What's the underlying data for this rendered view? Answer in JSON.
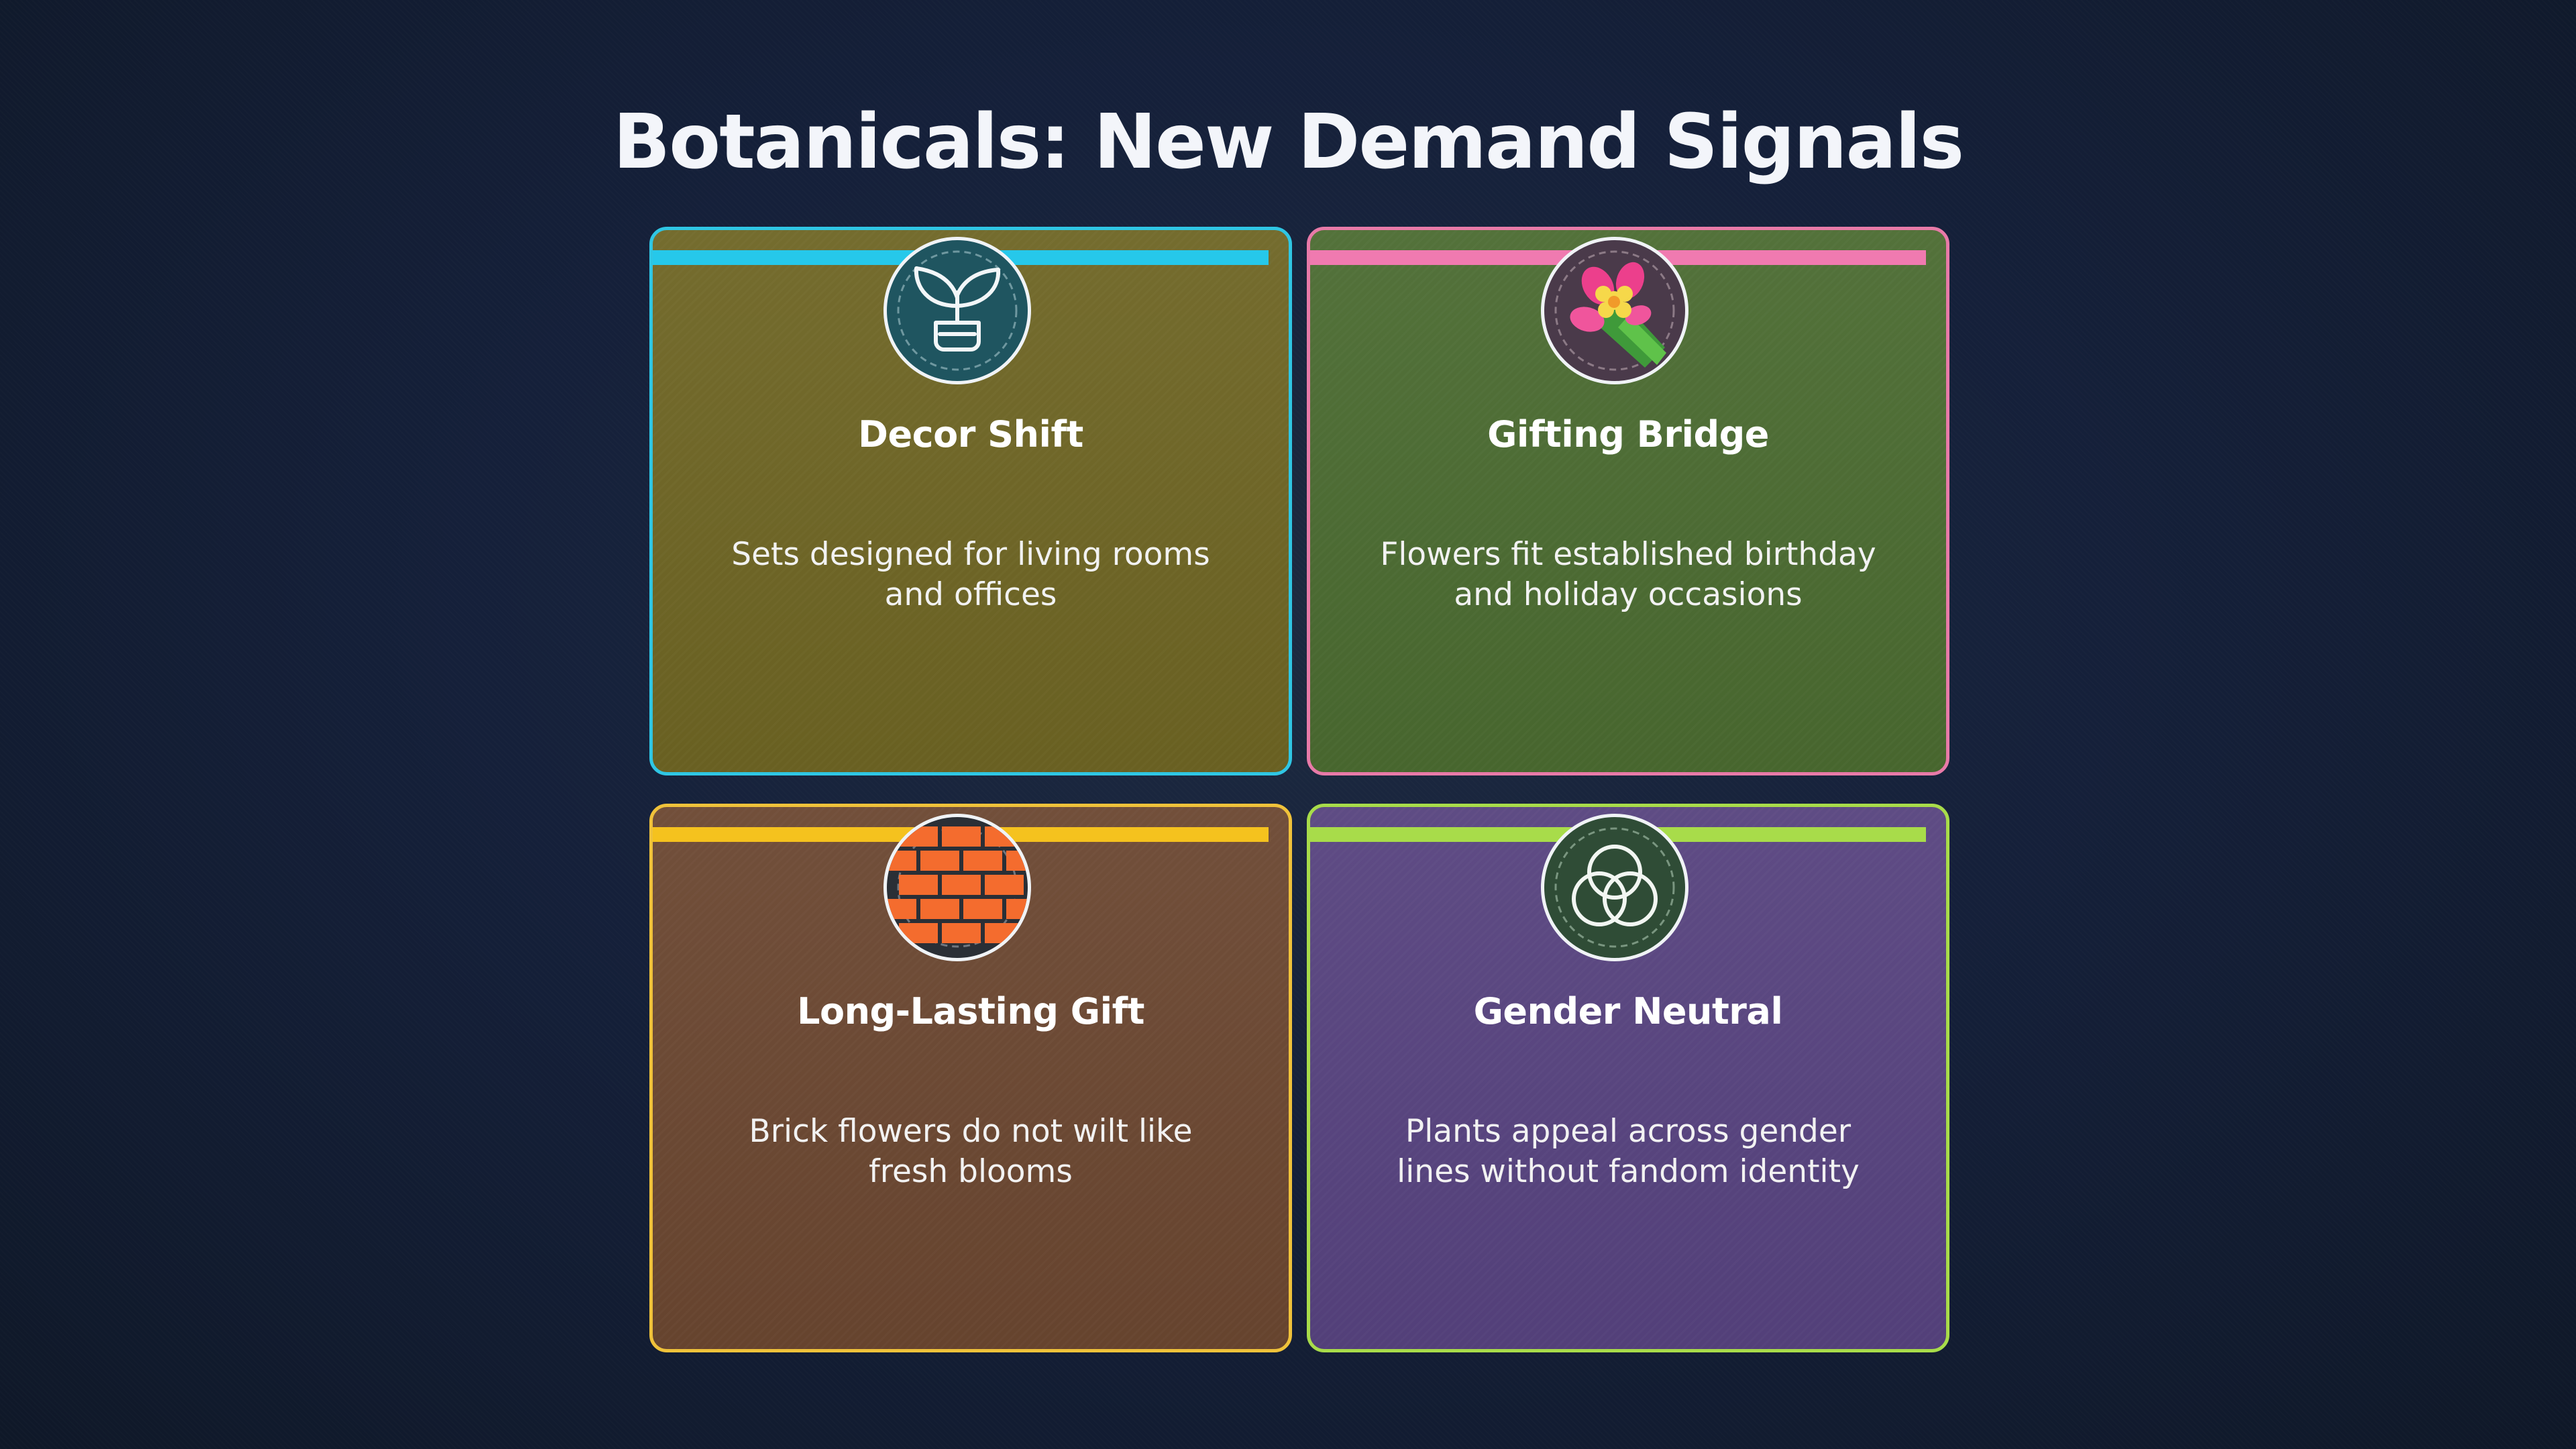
{
  "title": "Botanicals: New Demand Signals",
  "cards": [
    {
      "id": "decor",
      "title": "Decor Shift",
      "description": "Sets designed for living rooms and offices",
      "icon": "potted-plant-icon",
      "accent": "#2fc6e4",
      "background": "#6d6423"
    },
    {
      "id": "gift",
      "title": "Gifting Bridge",
      "description": "Flowers fit established birthday and holiday occasions",
      "icon": "bouquet-icon",
      "accent": "#f07ab0",
      "background": "#4a6a30"
    },
    {
      "id": "lasting",
      "title": "Long-Lasting Gift",
      "description": "Brick flowers do not wilt like fresh blooms",
      "icon": "brick-icon",
      "accent": "#f5c21e",
      "background": "#6a4630"
    },
    {
      "id": "neutral",
      "title": "Gender Neutral",
      "description": "Plants appeal across gender lines without fandom identity",
      "icon": "venn-circles-icon",
      "accent": "#a8dc4a",
      "background": "#56427e"
    }
  ]
}
